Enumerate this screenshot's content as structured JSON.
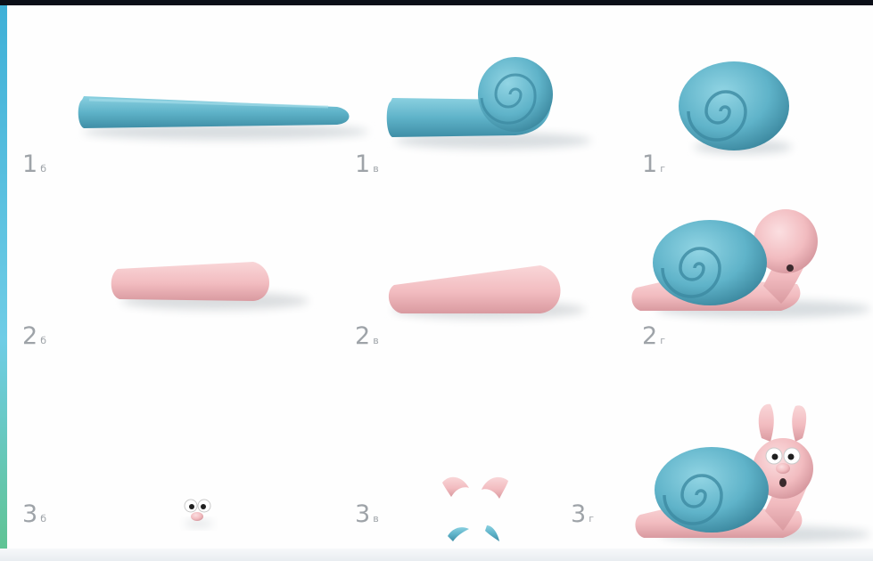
{
  "steps": [
    {
      "num": "1",
      "sub": "б"
    },
    {
      "num": "1",
      "sub": "в"
    },
    {
      "num": "1",
      "sub": "г"
    },
    {
      "num": "2",
      "sub": "б"
    },
    {
      "num": "2",
      "sub": "в"
    },
    {
      "num": "2",
      "sub": "г"
    },
    {
      "num": "3",
      "sub": "б"
    },
    {
      "num": "3",
      "sub": "в"
    },
    {
      "num": "3",
      "sub": "г"
    }
  ],
  "colors": {
    "blue_clay": "#5fb3c9",
    "blue_clay_light": "#8ad0e0",
    "blue_clay_dark": "#3f8ea6",
    "pink_clay": "#f2bcc0",
    "pink_clay_light": "#f9d6d8",
    "pink_clay_dark": "#d99aa0",
    "label": "#9ea3a8"
  }
}
